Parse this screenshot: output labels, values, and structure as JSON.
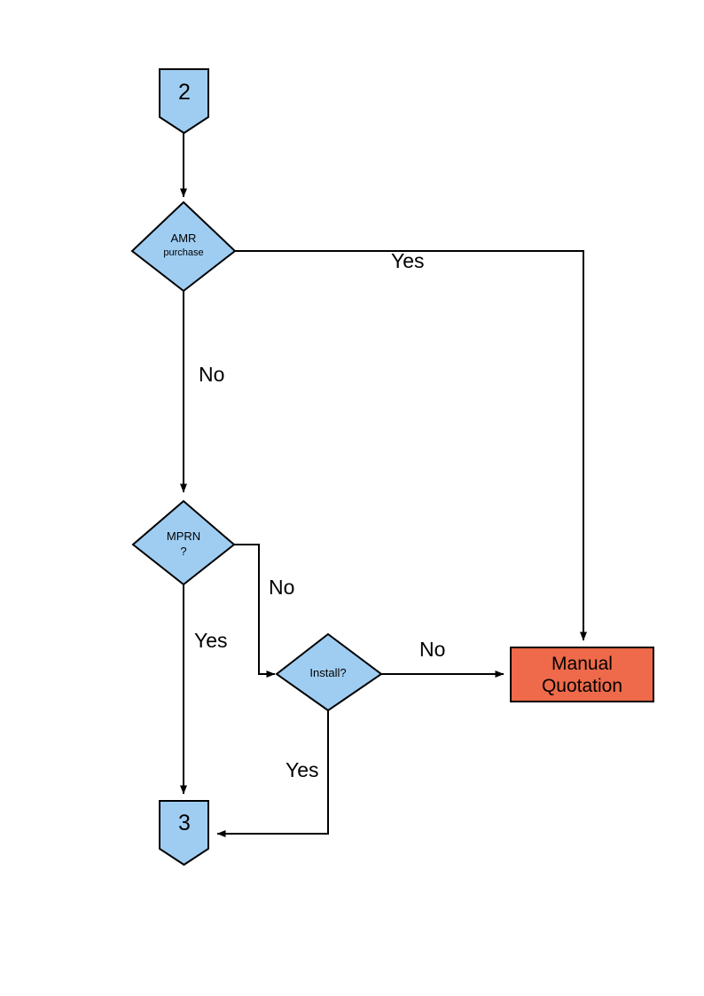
{
  "diagram": {
    "title": "Process flowchart segment",
    "background_color": "#ffffff",
    "palette": {
      "node_blue_fill": "#9fcdf2",
      "node_orange_fill": "#ee6a4a",
      "stroke": "#000000"
    },
    "nodes": {
      "connector_in": {
        "label": "2",
        "shape": "pentagon-connector",
        "fill": "#9fcdf2"
      },
      "decision_amr": {
        "label_line1": "AMR",
        "label_line2": "purchase",
        "shape": "diamond",
        "fill": "#9fcdf2"
      },
      "decision_mprn": {
        "label_line1": "MPRN",
        "label_line2": "?",
        "shape": "diamond",
        "fill": "#9fcdf2"
      },
      "decision_install": {
        "label": "Install?",
        "shape": "diamond",
        "fill": "#9fcdf2"
      },
      "process_manual_quotation": {
        "label_line1": "Manual",
        "label_line2": "Quotation",
        "shape": "rectangle",
        "fill": "#ee6a4a"
      },
      "connector_out": {
        "label": "3",
        "shape": "pentagon-connector",
        "fill": "#9fcdf2"
      }
    },
    "edges": [
      {
        "id": "e-connector2-amr",
        "from": "connector_in",
        "to": "decision_amr",
        "label": ""
      },
      {
        "id": "e-amr-yes",
        "from": "decision_amr",
        "to": "process_manual_quotation",
        "label": "Yes"
      },
      {
        "id": "e-amr-no",
        "from": "decision_amr",
        "to": "decision_mprn",
        "label": "No"
      },
      {
        "id": "e-mprn-no",
        "from": "decision_mprn",
        "to": "decision_install",
        "label": "No"
      },
      {
        "id": "e-mprn-yes",
        "from": "decision_mprn",
        "to": "connector_out",
        "label": "Yes"
      },
      {
        "id": "e-install-no",
        "from": "decision_install",
        "to": "process_manual_quotation",
        "label": "No"
      },
      {
        "id": "e-install-yes",
        "from": "decision_install",
        "to": "connector_out",
        "label": "Yes"
      }
    ]
  }
}
